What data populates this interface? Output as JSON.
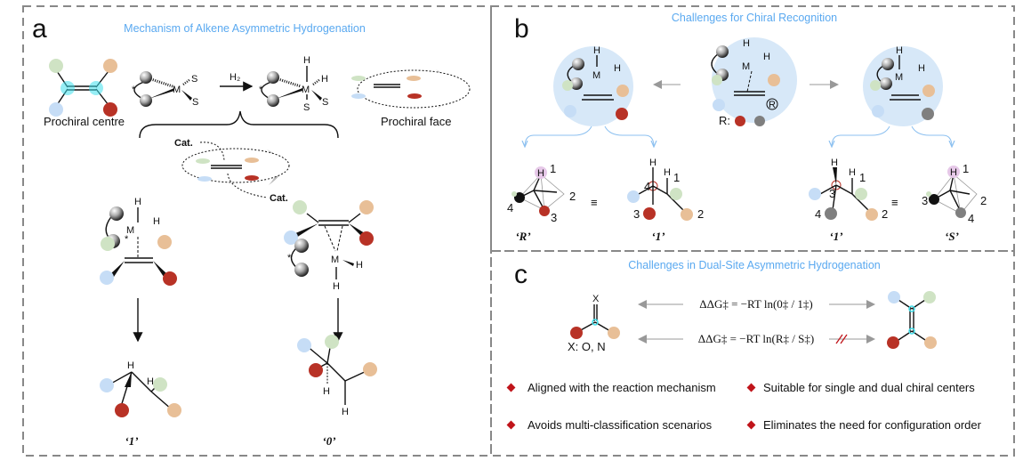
{
  "colors": {
    "green": "#cfe3c4",
    "tan": "#e8bf97",
    "blue": "#c6ddf6",
    "red": "#b83226",
    "gray": "#7f7f7f",
    "cyan": "#3fe0ec",
    "halo": "#d7e8f8",
    "title": "#5aa9f0",
    "bullet": "#c0141a"
  },
  "panel_a": {
    "letter": "a",
    "title": "Mechanism of Alkene Asymmetric Hydrogenation",
    "prochiral_centre": "Prochiral centre",
    "prochiral_face": "Prochiral face",
    "reagent": "H₂",
    "metal": "M",
    "solvent": "S",
    "hydrogen": "H",
    "chiral_mark": "*",
    "cat_label": "Cat.",
    "product_left": "‘1’",
    "product_right": "‘0’"
  },
  "panel_b": {
    "letter": "b",
    "title": "Challenges for Chiral Recognition",
    "r_label": "R:",
    "r_circle": "R",
    "labels": [
      "‘R’",
      "‘1’",
      "‘1’",
      "‘S’"
    ],
    "equiv": "≡",
    "numbers": [
      "1",
      "2",
      "3",
      "4"
    ]
  },
  "panel_c": {
    "letter": "c",
    "title": "Challenges in Dual-Site Asymmetric Hydrogenation",
    "hetero_atom": "X",
    "hetero_note": "X: O, N",
    "equation_1": "ΔΔG‡ = −RT ln(0‡ / 1‡)",
    "equation_2": "ΔΔG‡ = −RT ln(R‡ / S‡)",
    "bullets": [
      "Aligned with the reaction mechanism",
      "Suitable for single and dual chiral centers",
      "Avoids multi-classification scenarios",
      "Eliminates the need for configuration order"
    ]
  }
}
